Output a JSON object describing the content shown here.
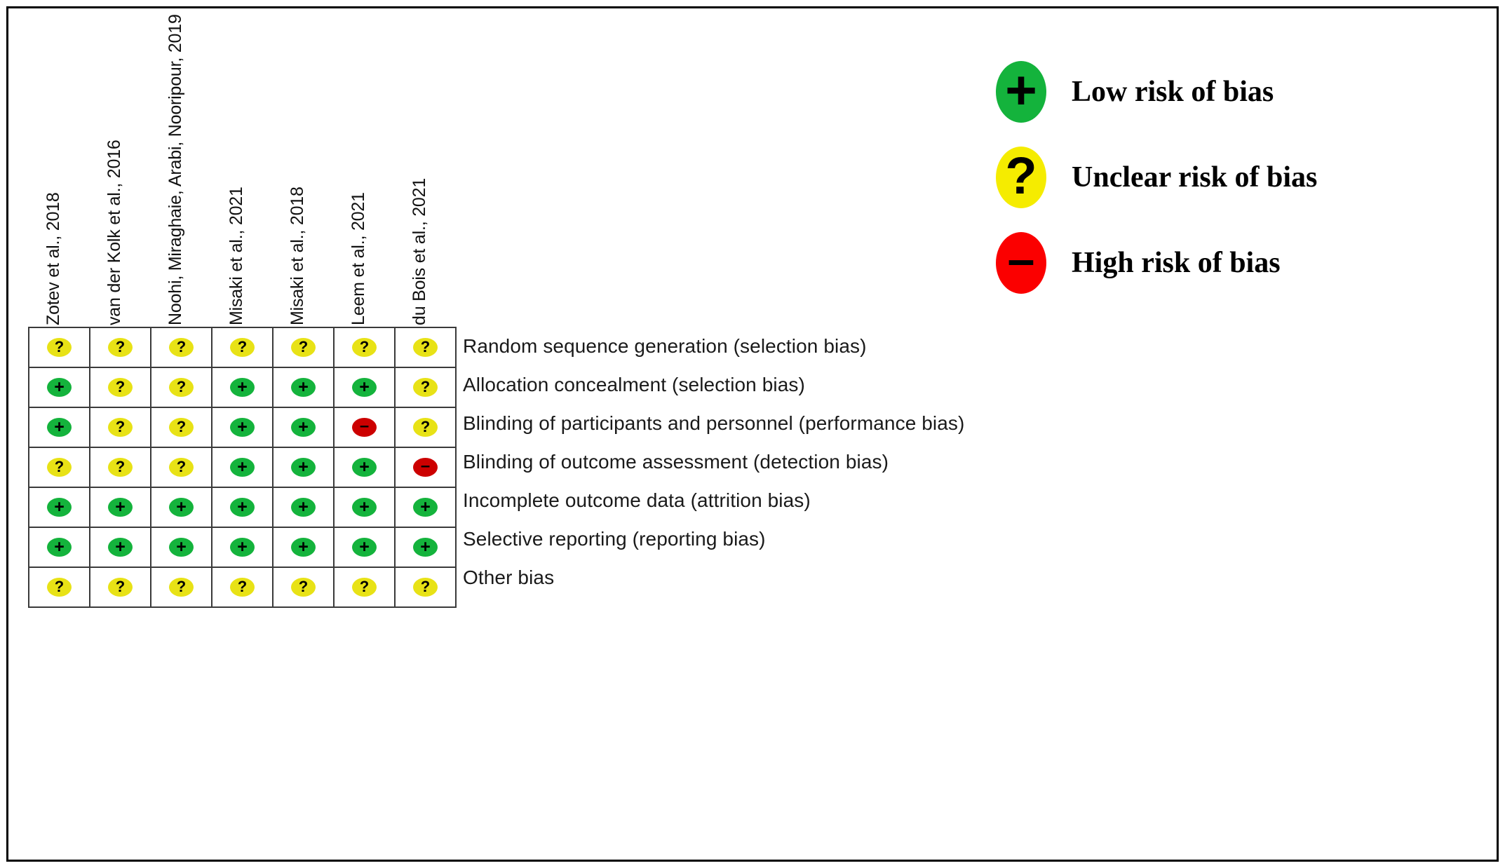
{
  "figure": {
    "type": "risk-of-bias-summary",
    "border_color": "#000000",
    "background": "#ffffff"
  },
  "legend": {
    "items": [
      {
        "symbol": "+",
        "icon": "plus-icon",
        "label": "Low risk of bias",
        "color": "#14b33c",
        "key": "low"
      },
      {
        "symbol": "?",
        "icon": "question-icon",
        "label": "Unclear risk of bias",
        "color": "#f5ec00",
        "key": "unclear"
      },
      {
        "symbol": "–",
        "icon": "minus-icon",
        "label": "High risk of bias",
        "color": "#fb0000",
        "key": "high"
      }
    ]
  },
  "chart_data": {
    "type": "table",
    "title": "",
    "xlabel": "",
    "ylabel": "",
    "legend_position": "top-right",
    "columns": [
      "Zotev et al., 2018",
      "van der Kolk et al., 2016",
      "Noohi, Miraghaie, Arabi, Nooripour, 2019",
      "Misaki et al., 2021",
      "Misaki et al., 2018",
      "Leem et al., 2021",
      "du Bois et al., 2021"
    ],
    "rows": [
      "Random sequence generation (selection bias)",
      "Allocation concealment (selection bias)",
      "Blinding of participants and personnel (performance bias)",
      "Blinding of outcome assessment (detection bias)",
      "Incomplete outcome data (attrition bias)",
      "Selective reporting (reporting bias)",
      "Other bias"
    ],
    "judgements": [
      [
        "unclear",
        "unclear",
        "unclear",
        "unclear",
        "unclear",
        "unclear",
        "unclear"
      ],
      [
        "low",
        "unclear",
        "unclear",
        "low",
        "low",
        "low",
        "unclear"
      ],
      [
        "low",
        "unclear",
        "unclear",
        "low",
        "low",
        "high",
        "unclear"
      ],
      [
        "unclear",
        "unclear",
        "unclear",
        "low",
        "low",
        "low",
        "high"
      ],
      [
        "low",
        "low",
        "low",
        "low",
        "low",
        "low",
        "low"
      ],
      [
        "low",
        "low",
        "low",
        "low",
        "low",
        "low",
        "low"
      ],
      [
        "unclear",
        "unclear",
        "unclear",
        "unclear",
        "unclear",
        "unclear",
        "unclear"
      ]
    ],
    "symbols": {
      "low": "+",
      "unclear": "?",
      "high": "–"
    },
    "colors": {
      "low": "#14b33c",
      "unclear": "#e8e216",
      "high": "#cc0000"
    }
  }
}
